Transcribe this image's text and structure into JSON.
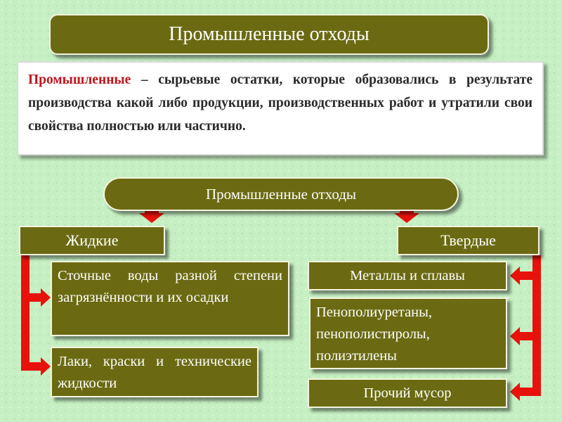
{
  "title": "Промышленные отходы",
  "definition": {
    "term": "Промышленные",
    "text": " – сырьевые остатки, которые образовались в результате производства какой либо продукции, производственных работ и утратили свои свойства полностью или частично."
  },
  "root": {
    "label": "Промышленные отходы"
  },
  "categories": {
    "liquid": {
      "label": "Жидкие",
      "items": [
        "Сточные воды разной степени загрязнённости и их осадки",
        "Лаки, краски и технические жидкости"
      ]
    },
    "solid": {
      "label": "Твердые",
      "items": [
        "Металлы и сплавы",
        "Пенополиуретаны, пенополистиролы, полиэтилены",
        "Прочий мусор"
      ]
    }
  },
  "colors": {
    "box_fill": "#6b6a12",
    "box_text": "#ffffff",
    "arrow": "#e8120c",
    "term": "#c0161d",
    "background": "#c6f0c3"
  }
}
